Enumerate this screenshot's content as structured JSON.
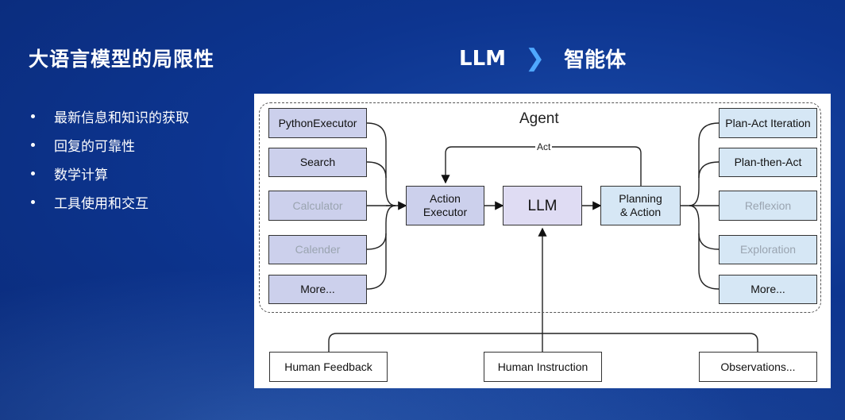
{
  "slide": {
    "title": "大语言模型的局限性",
    "header_left": "LLM",
    "header_chevron": "❯",
    "header_right": "智能体",
    "bullets": [
      "最新信息和知识的获取",
      "回复的可靠性",
      "数学计算",
      "工具使用和交互"
    ]
  },
  "diagram": {
    "agent_label": "Agent",
    "act_label": "Act",
    "tools": [
      "PythonExecutor",
      "Search",
      "Calculator",
      "Calender",
      "More..."
    ],
    "action_executor": [
      "Action",
      "Executor"
    ],
    "llm": "LLM",
    "planning": [
      "Planning",
      "& Action"
    ],
    "strategies": [
      "Plan-Act Iteration",
      "Plan-then-Act",
      "Reflexion",
      "Exploration",
      "More..."
    ],
    "inputs": [
      "Human Feedback",
      "Human Instruction",
      "Observations..."
    ]
  },
  "colors": {
    "tool_box": "#ccd0ec",
    "strategy_box": "#d6e7f5",
    "llm_box": "#dfdcf3",
    "faded_text": "#9aa4b0",
    "chevron": "#4fa8ff"
  }
}
